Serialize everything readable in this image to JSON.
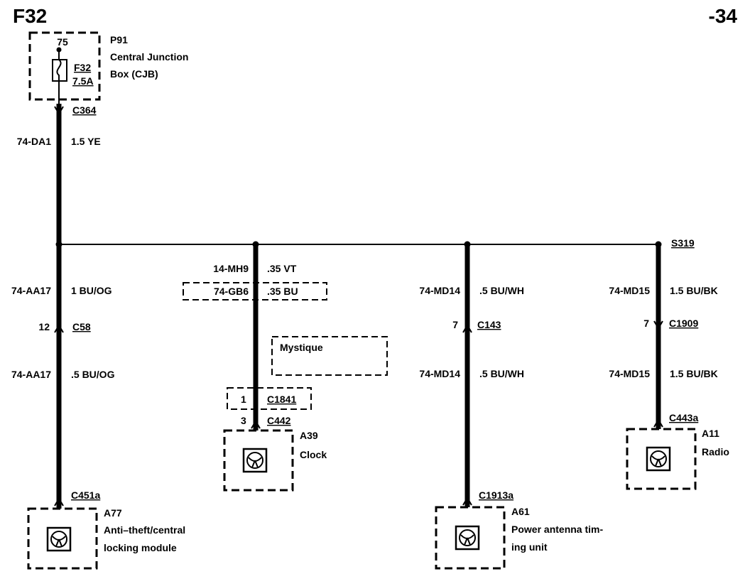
{
  "header": {
    "fuse_id": "F32",
    "page_ref": "-34"
  },
  "fuse_box": {
    "ref": "P91",
    "name_line1": "Central Junction",
    "name_line2": "Box (CJB)",
    "pin": "75",
    "fuse": "F32",
    "rating": "7.5A"
  },
  "feed": {
    "connector": "C364",
    "circuit": "74-DA1",
    "wire": "1.5 YE"
  },
  "splice": {
    "id": "S319"
  },
  "branches": {
    "anti_theft": {
      "circuit_top": "74-AA17",
      "wire_top": "1 BU/OG",
      "pin": "12",
      "connector_inline": "C58",
      "circuit_bottom": "74-AA17",
      "wire_bottom": ".5 BU/OG",
      "connector_component": "C451a",
      "component_ref": "A77",
      "component_line1": "Anti–theft/central",
      "component_line2": "locking module"
    },
    "clock": {
      "circuit_top": "14-MH9",
      "wire_top": ".35 VT",
      "circuit_alt": "74-GB6",
      "wire_alt": ".35 BU",
      "option_label": "Mystique",
      "alt_pin": "1",
      "alt_connector": "C1841",
      "pin": "3",
      "connector_component": "C442",
      "component_ref": "A39",
      "component_line1": "Clock"
    },
    "antenna": {
      "circuit_top": "74-MD14",
      "wire_top": ".5 BU/WH",
      "pin": "7",
      "connector_inline": "C143",
      "circuit_bottom": "74-MD14",
      "wire_bottom": ".5 BU/WH",
      "connector_component": "C1913a",
      "component_ref": "A61",
      "component_line1": "Power antenna tim-",
      "component_line2": "ing unit"
    },
    "radio": {
      "circuit_top": "74-MD15",
      "wire_top": "1.5 BU/BK",
      "pin": "7",
      "connector_inline": "C1909",
      "circuit_bottom": "74-MD15",
      "wire_bottom": "1.5 BU/BK",
      "connector_component": "C443a",
      "component_ref": "A11",
      "component_line1": "Radio"
    }
  }
}
